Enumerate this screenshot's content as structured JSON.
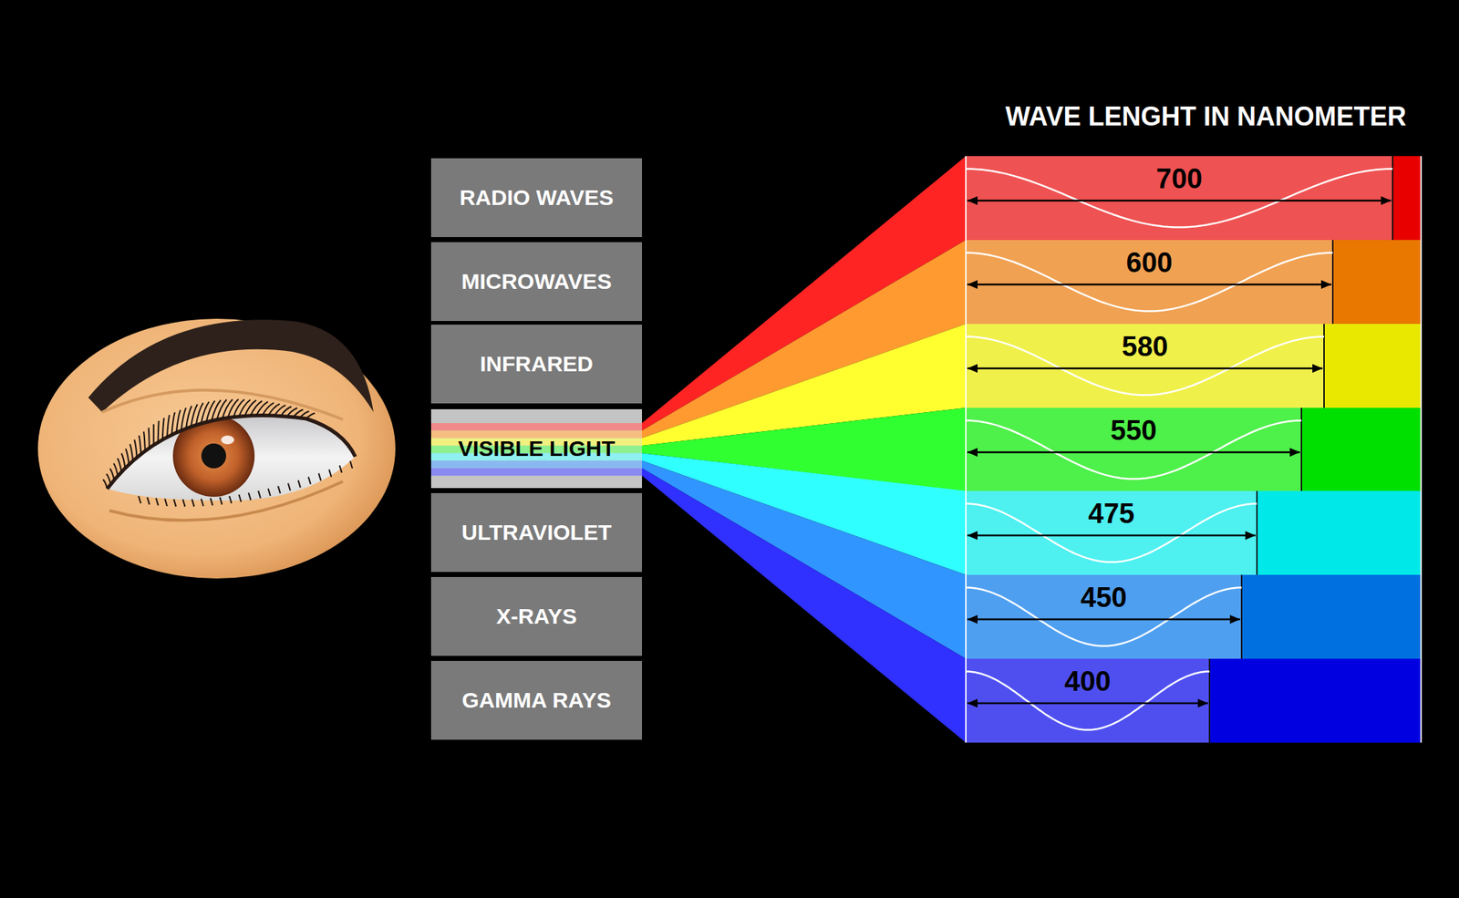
{
  "diagram": {
    "title": "WAVE LENGHT IN NANOMETER",
    "nodes": [
      {
        "text": [
          "RADIO WAVES"
        ]
      },
      {
        "text": [
          "MICROWAVES"
        ]
      },
      {
        "text": [
          "INFRARED"
        ]
      },
      {
        "text": [
          "VISIBLE LIGHT"
        ]
      },
      {
        "text": [
          "ULTRAVIOLET"
        ]
      },
      {
        "text": [
          "X-RAYS"
        ]
      },
      {
        "text": [
          "GAMMA RAYS"
        ]
      },
      {
        "text": [
          "700"
        ]
      },
      {
        "text": [
          "600"
        ]
      },
      {
        "text": [
          "580"
        ]
      },
      {
        "text": [
          "550"
        ]
      },
      {
        "text": [
          "475"
        ]
      },
      {
        "text": [
          "450"
        ]
      },
      {
        "text": [
          "400"
        ]
      }
    ]
  }
}
